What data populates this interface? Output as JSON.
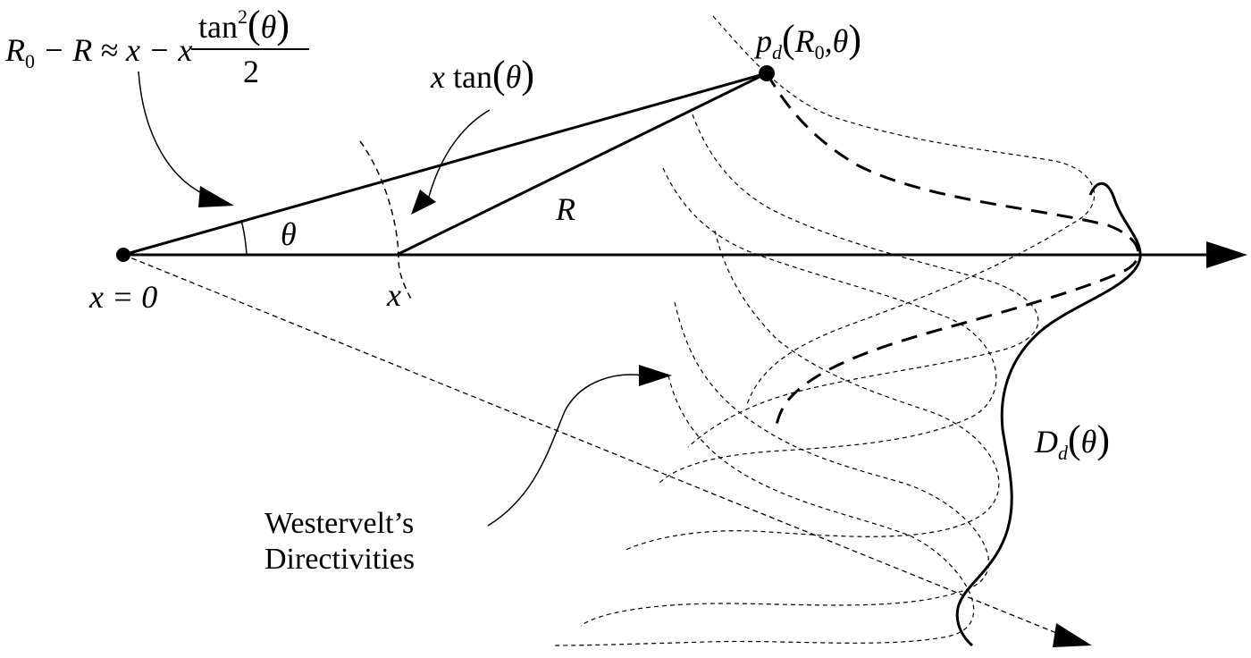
{
  "equation": {
    "lhs": "R",
    "lhs_sub": "0",
    "rest": "− R ≈ x − x",
    "frac_num": "tan",
    "frac_num_sup": "2",
    "frac_num_arg": "θ",
    "frac_den": "2"
  },
  "labels": {
    "xtan_x": "x",
    "xtan_fn": "tan",
    "xtan_arg": "θ",
    "pd_p": "p",
    "pd_sub": "d",
    "pd_args": "R",
    "pd_args_sub": "0",
    "pd_args_rest": ",θ",
    "R": "R",
    "theta": "θ",
    "x_zero": "x = 0",
    "x": "x",
    "Dd_D": "D",
    "Dd_sub": "d",
    "Dd_arg": "θ",
    "westervelt_line1": "Westervelt’s",
    "westervelt_line2": "Directivities"
  },
  "colors": {
    "ink": "#000000"
  }
}
